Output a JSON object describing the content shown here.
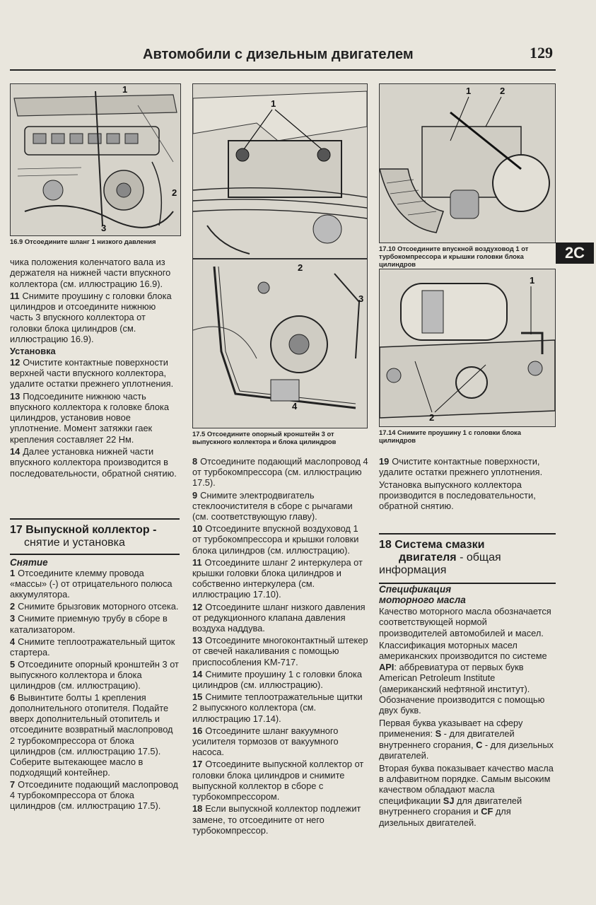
{
  "header": {
    "title": "Автомобили с дизельным двигателем",
    "page_number": "129"
  },
  "tab": "2C",
  "figures": {
    "f169": {
      "caption": "16.9 Отсоедините шланг 1 низкого давления",
      "labels": [
        "1",
        "2",
        "3"
      ]
    },
    "f175": {
      "labels": [
        "1"
      ]
    },
    "f175b": {
      "caption": "17.5 Отсоедините опорный кронштейн 3 от выпускного коллектора и блока цилиндров",
      "labels": [
        "2",
        "3",
        "4"
      ]
    },
    "f1710": {
      "caption": "17.10 Отсоедините впускной воздуховод 1 от турбокомпрессора и крышки головки блока цилиндров",
      "labels": [
        "1",
        "2"
      ]
    },
    "f1714": {
      "caption": "17.14 Снимите проушину 1 с головки блока цилиндров",
      "labels": [
        "1",
        "2"
      ]
    }
  },
  "col1": {
    "p0": "чика положения коленчатого вала из держателя на нижней части впускного коллектора (см. иллюстрацию 16.9).",
    "p11n": "11",
    "p11": "Снимите проушину с головки блока цилиндров и отсоедините нижнюю часть 3 впускного коллектора от головки блока цилиндров (см. иллюстрацию 16.9).",
    "sub1": "Установка",
    "p12n": "12",
    "p12": "Очистите контактные поверхности верхней части впускного коллектора, удалите остатки прежнего уплотнения.",
    "p13n": "13",
    "p13": "Подсоедините нижнюю часть впускного коллектора к головке блока цилиндров, установив новое уплотнение. Момент затяжки гаек крепления составляет 22 Нм.",
    "p14n": "14",
    "p14": "Далее установка нижней части впускного коллектора производится в последовательности, обратной снятию.",
    "sec17n": "17",
    "sec17a": "Выпускной коллектор -",
    "sec17b": "снятие и установка",
    "sub2": "Снятие",
    "s1n": "1",
    "s1": "Отсоедините клемму провода «массы» (-) от отрицательного полюса аккумулятора.",
    "s2n": "2",
    "s2": "Снимите брызговик моторного отсека.",
    "s3n": "3",
    "s3": "Снимите приемную трубу в сборе в катализатором.",
    "s4n": "4",
    "s4": "Снимите теплоотражательный щиток стартера.",
    "s5n": "5",
    "s5": "Отсоедините опорный кронштейн 3 от выпускного коллектора и блока цилиндров (см. иллюстрацию).",
    "s6n": "6",
    "s6": "Вывинтите болты 1 крепления дополнительного отопителя. Подайте вверх дополнительный отопитель и отсоедините возвратный маслопровод 2 турбокомпрессора от блока цилиндров (см. иллюстрацию 17.5). Соберите вытекающее масло в подходящий контейнер.",
    "s7n": "7",
    "s7": "Отсоедините подающий маслопровод 4 турбокомпрессора от блока цилиндров (см. иллюстрацию 17.5)."
  },
  "col2": {
    "s8n": "8",
    "s8": "Отсоедините подающий маслопровод 4 от турбокомпрессора (см. иллюстрацию 17.5).",
    "s9n": "9",
    "s9": "Снимите электродвигатель стеклоочистителя в сборе с рычагами (см. соответствующую главу).",
    "s10n": "10",
    "s10": "Отсоедините впускной воздуховод 1 от турбокомпрессора и крышки головки блока цилиндров (см. иллюстрацию).",
    "s11n": "11",
    "s11": "Отсоедините шланг 2 интеркулера от крышки головки блока цилиндров и собственно интеркулера (см. иллюстрацию 17.10).",
    "s12n": "12",
    "s12": "Отсоедините шланг низкого давления от редукционного клапана давления воздуха наддува.",
    "s13n": "13",
    "s13": "Отсоедините многоконтактный штекер от свечей накаливания с помощью приспособления KM-717.",
    "s14n": "14",
    "s14": "Снимите проушину 1 с головки блока цилиндров (см. иллюстрацию).",
    "s15n": "15",
    "s15": "Снимите теплоотражательные щитки 2 выпускного коллектора (см. иллюстрацию 17.14).",
    "s16n": "16",
    "s16": "Отсоедините шланг вакуумного усилителя тормозов от вакуумного насоса.",
    "s17n": "17",
    "s17": "Отсоедините выпускной коллектор от головки блока цилиндров и снимите выпускной коллектор в сборе с турбокомпрессором.",
    "s18n": "18",
    "s18": "Если выпускной коллектор подлежит замене, то отсоедините от него турбокомпрессор."
  },
  "col3": {
    "s19n": "19",
    "s19": "Очистите контактные поверхности, удалите остатки прежнего уплотнения.",
    "p_install": "Установка выпускного коллектора производится в последовательности, обратной снятию.",
    "sec18n": "18",
    "sec18a": "Система смазки",
    "sec18b": "двигателя",
    "sec18c": " - общая информация",
    "sub": "Спецификация моторного масла",
    "p1": "Качество моторного масла обозначается соответствующей нормой производителей автомобилей и масел.",
    "p2a": "Классификация моторных масел американских производится по системе ",
    "p2b": "API",
    "p2c": ": аббревиатура от первых букв American Petroleum Institute (американский нефтяной институт). Обозначение производится с помощью двух букв.",
    "p3a": "Первая буква указывает на сферу применения: ",
    "p3b": "S",
    "p3c": " - для двигателей внутреннего сгорания, ",
    "p3d": "C",
    "p3e": " - для дизельных двигателей.",
    "p4a": "Вторая буква показывает качество масла в алфавитном порядке. Самым высоким качеством обладают масла спецификации ",
    "p4b": "SJ",
    "p4c": " для двигателей внутреннего сгорания и ",
    "p4d": "CF",
    "p4e": " для дизельных двигателей."
  }
}
